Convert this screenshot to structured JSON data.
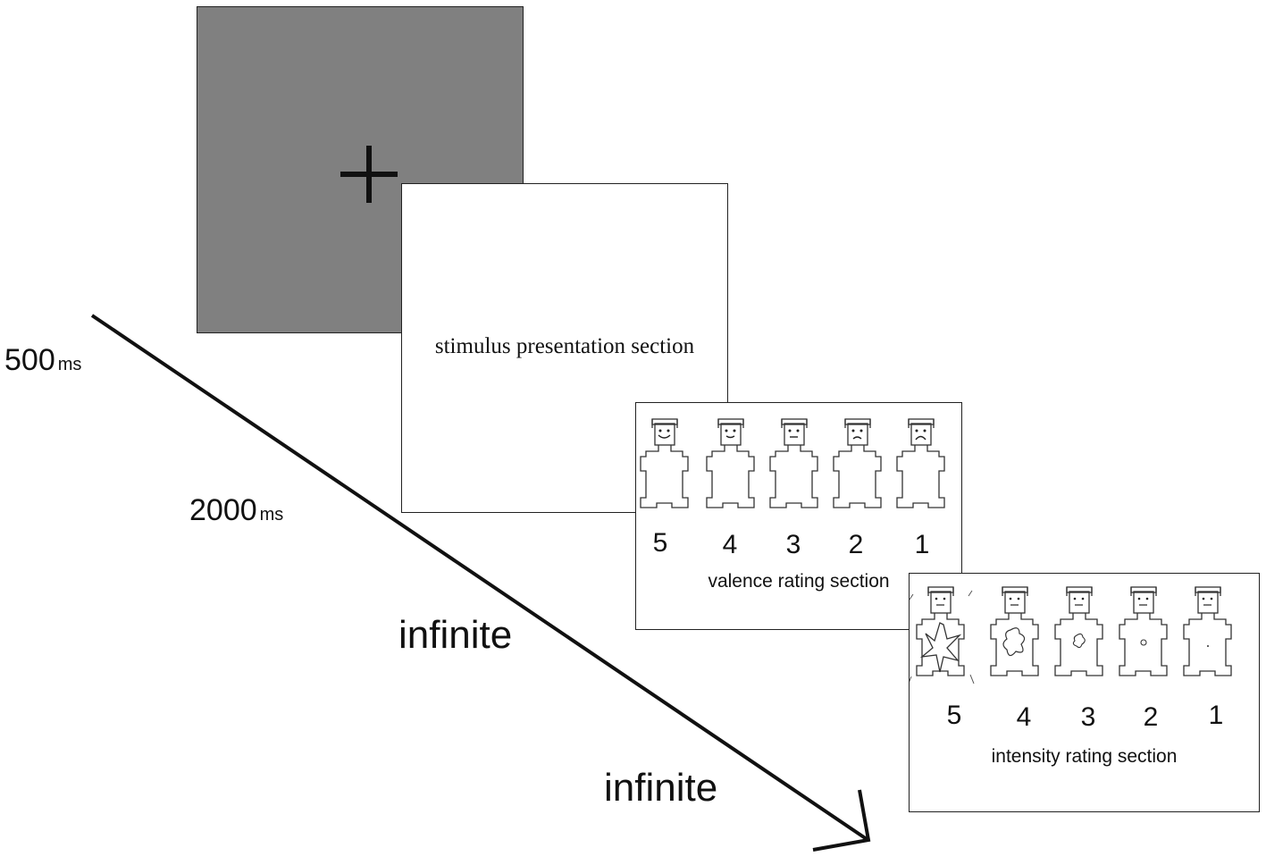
{
  "durations": {
    "fixation": {
      "value": "500",
      "unit": "ms"
    },
    "stimulus": {
      "value": "2000",
      "unit": "ms"
    },
    "valence": "infinite",
    "intensity": "infinite"
  },
  "stimulus": {
    "label": "stimulus presentation section"
  },
  "valence": {
    "label": "valence rating section",
    "scale": [
      "5",
      "4",
      "3",
      "2",
      "1"
    ]
  },
  "intensity": {
    "label": "intensity rating section",
    "scale": [
      "5",
      "4",
      "3",
      "2",
      "1"
    ]
  },
  "icons": [
    "fixation-cross-icon",
    "sam-figure-icon",
    "time-arrow"
  ],
  "colors": {
    "fixation_background": "#808080",
    "line": "#111111"
  }
}
